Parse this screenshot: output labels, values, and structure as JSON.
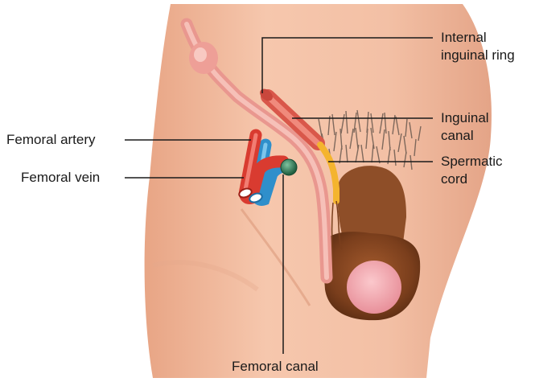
{
  "labels": {
    "internal_ring": [
      "Internal",
      "inguinal ring"
    ],
    "inguinal_canal": [
      "Inguinal",
      "canal"
    ],
    "spermatic_cord": [
      "Spermatic",
      "cord"
    ],
    "femoral_artery": "Femoral artery",
    "femoral_vein": "Femoral vein",
    "femoral_canal": "Femoral canal"
  },
  "colors": {
    "skin": "#f2bb9f",
    "skin_dark": "#dd9676",
    "tube_pink": "#f0a7a0",
    "artery_red": "#e0483e",
    "vein_blue": "#3aa2dd",
    "cord_yellow": "#f4b42e",
    "canal_green": "#2f7a56",
    "scrotum": "#8a4a24",
    "testis_pink": "#f4a9b0",
    "hair": "#6b5a50",
    "leader": "#1a1a1a"
  }
}
